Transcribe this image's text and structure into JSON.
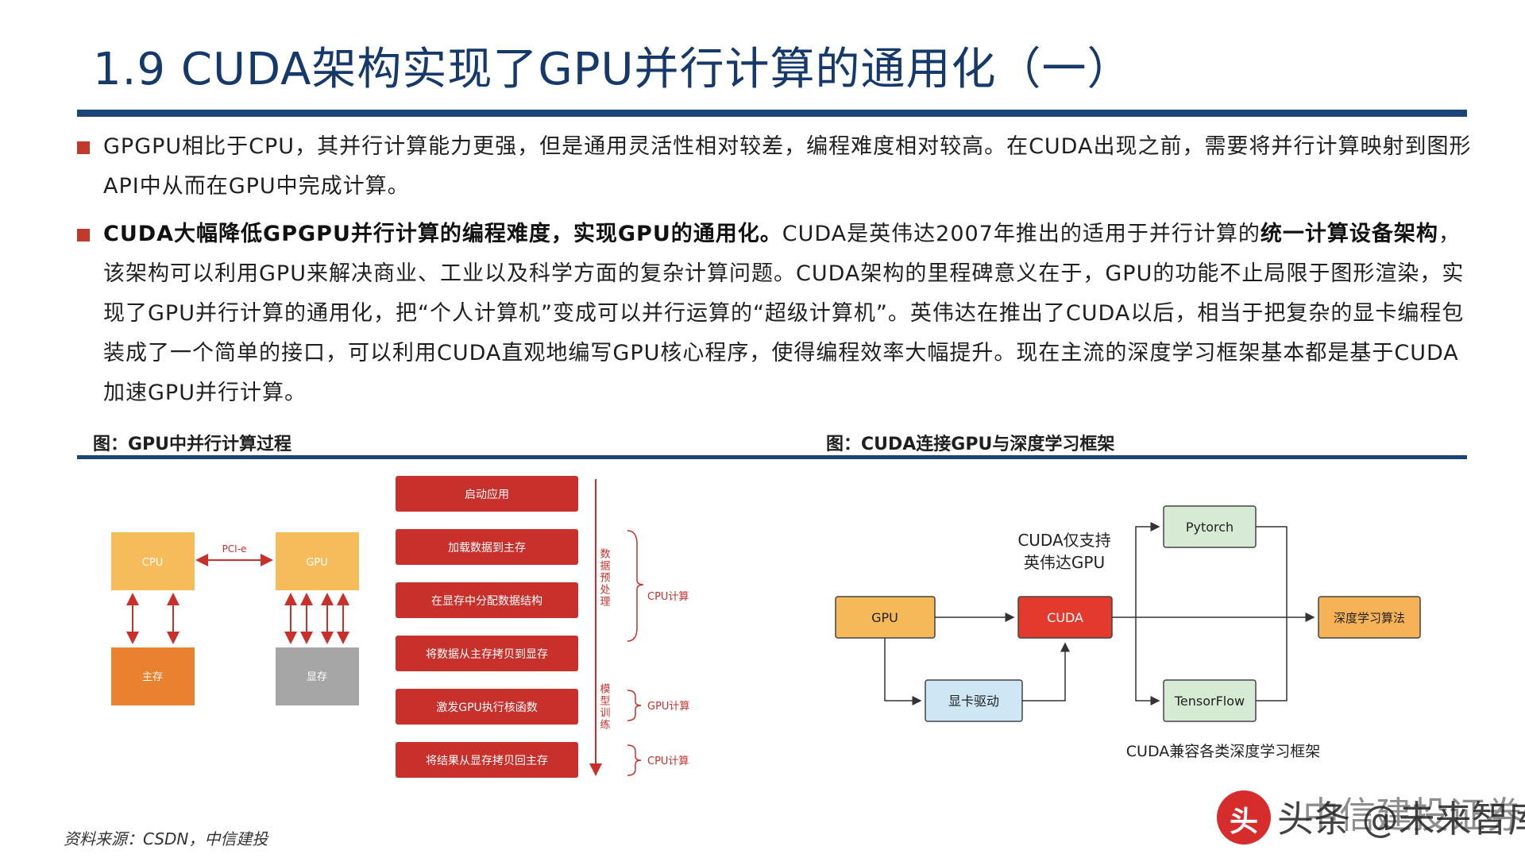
{
  "title": "1.9 CUDA架构实现了GPU并行计算的通用化（一）",
  "paragraph1": "GPGPU相比于CPU，其并行计算能力更强，但是通用灵活性相对较差，编程难度相对较高。在CUDA出现之前，需要将并行计算映射到图形API中从而在GPU中完成计算。",
  "paragraph2": {
    "bold_lead": "CUDA大幅降低GPGPU并行计算的编程难度，实现GPU的通用化。",
    "text_a": "CUDA是英伟达2007年推出的适用于并行计算的",
    "bold_mid": "统一计算设备架构",
    "text_b": "，该架构可以利用GPU来解决商业、工业以及科学方面的复杂计算问题。CUDA架构的里程碑意义在于，GPU的功能不止局限于图形渲染，实现了GPU并行计算的通用化，把“个人计算机”变成可以并行运算的“超级计算机”。英伟达在推出了CUDA以后，相当于把复杂的显卡编程包装成了一个简单的接口，可以利用CUDA直观地编写GPU核心程序，使得编程效率大幅提升。现在主流的深度学习框架基本都是基于CUDA加速GPU并行计算。"
  },
  "figure_left": {
    "caption": "图：GPU中并行计算过程",
    "cpu": "CPU",
    "gpu": "GPU",
    "link": "PCI-e",
    "main_memory": "主存",
    "video_memory": "显存",
    "steps": [
      "启动应用",
      "加载数据到主存",
      "在显存中分配数据结构",
      "将数据从主存拷贝到显存",
      "激发GPU执行核函数",
      "将结果从显存拷贝回主存"
    ],
    "phase_data_prep": "数据预处理",
    "phase_train": "模型训练",
    "label_cpu_compute_1": "CPU计算",
    "label_gpu_compute": "GPU计算",
    "label_cpu_compute_2": "CPU计算"
  },
  "figure_right": {
    "caption": "图：CUDA连接GPU与深度学习框架",
    "note_top_line1": "CUDA仅支持",
    "note_top_line2": "英伟达GPU",
    "gpu": "GPU",
    "cuda": "CUDA",
    "driver": "显卡驱动",
    "pytorch": "Pytorch",
    "tensorflow": "TensorFlow",
    "algo": "深度学习算法",
    "note_bottom": "CUDA兼容各类深度学习框架"
  },
  "source": "资料来源：CSDN，中信建投",
  "watermark": {
    "icon_char": "头",
    "text": "头条 @未来智库",
    "text_overlay": "中信建投证券"
  },
  "colors": {
    "title_blue": "#14396a",
    "rule_blue": "#1b4478",
    "bullet_red": "#c0392b",
    "step_red": "#c8302c",
    "cpu_yellow": "#f6bc5a",
    "main_orange": "#e9822f",
    "vram_gray": "#a6a6a6",
    "gpu_box_yellow": "#f5b95a",
    "cuda_red": "#e23b2d",
    "driver_blue": "#cfe7f5",
    "fw_green": "#d6ead4",
    "algo_orange": "#f6b256"
  }
}
